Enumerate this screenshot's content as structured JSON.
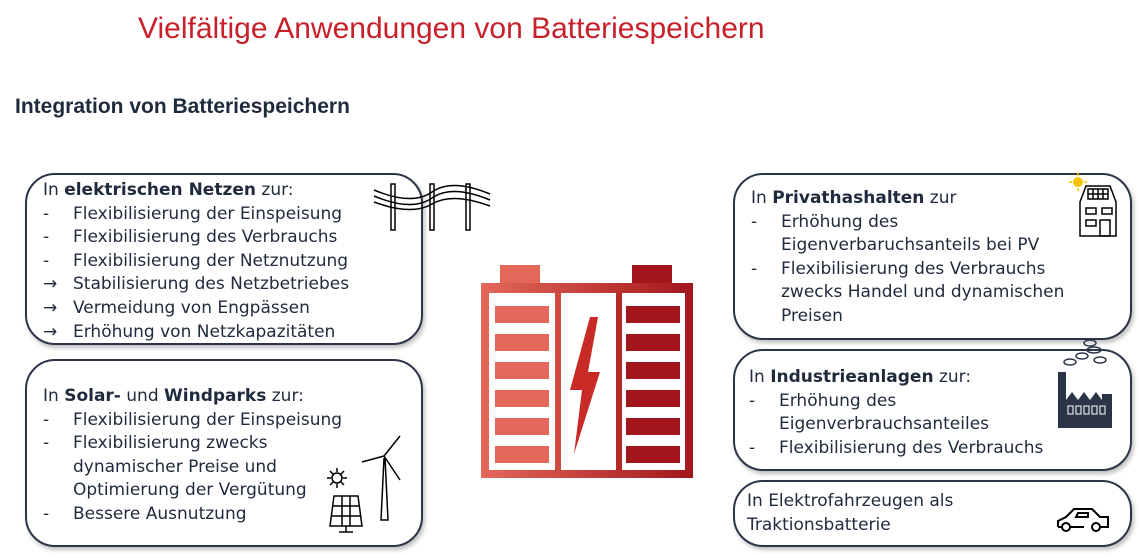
{
  "title": "Vielfältige Anwendungen von Batteriespeichern",
  "subtitle": "Integration von Batteriespeichern",
  "boxes": {
    "grids": {
      "pre": "In ",
      "bold": "elektrischen Netzen",
      "post": " zur:",
      "items": [
        {
          "marker": "-",
          "text": "Flexibilisierung der Einspeisung"
        },
        {
          "marker": "-",
          "text": "Flexibilisierung des Verbrauchs"
        },
        {
          "marker": "-",
          "text": "Flexibilisierung der Netznutzung"
        },
        {
          "marker": "→",
          "text": "Stabilisierung des Netzbetriebes"
        },
        {
          "marker": "→",
          "text": "Vermeidung von Engpässen"
        },
        {
          "marker": "→",
          "text": "Erhöhung von Netzkapazitäten"
        }
      ]
    },
    "parks": {
      "pre": "In ",
      "bold": "Solar-",
      "mid": " und ",
      "bold2": "Windparks",
      "post": " zur:",
      "items": [
        {
          "marker": "-",
          "lines": [
            "Flexibilisierung der Einspeisung"
          ]
        },
        {
          "marker": "-",
          "lines": [
            "Flexibilisierung zwecks",
            "dynamischer Preise und",
            "Optimierung der Vergütung"
          ]
        },
        {
          "marker": "-",
          "lines": [
            "Bessere Ausnutzung"
          ]
        }
      ]
    },
    "homes": {
      "pre": "In ",
      "bold": "Privathashalten",
      "post": " zur",
      "items": [
        {
          "marker": "-",
          "lines": [
            "Erhöhung des",
            "Eigenverbaruchsanteils bei PV"
          ]
        },
        {
          "marker": "-",
          "lines": [
            "Flexibilisierung des Verbrauchs",
            "zwecks Handel und dynamischen",
            "Preisen"
          ]
        }
      ]
    },
    "industry": {
      "pre": "In ",
      "bold": "Industrieanlagen",
      "post": " zur:",
      "items": [
        {
          "marker": "-",
          "lines": [
            "Erhöhung des",
            "Eigenverbrauchsanteiles"
          ]
        },
        {
          "marker": "-",
          "lines": [
            "Flexibilisierung des Verbrauchs"
          ]
        }
      ]
    },
    "ev": {
      "lines": [
        "In Elektrofahrzeugen als",
        "Traktionsbatterie"
      ]
    }
  },
  "colors": {
    "title": "#c8202a",
    "text": "#1f2a3c",
    "battery_light": "#e3685a",
    "battery_dark": "#a3161c"
  }
}
